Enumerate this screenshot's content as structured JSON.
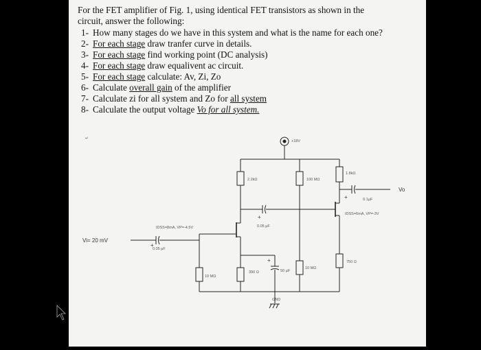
{
  "questions": {
    "intro_line1": "For the FET amplifier of Fig. 1, using identical FET transistors as shown in the",
    "intro_line2": "circuit, answer the following:",
    "items": [
      {
        "num": "1-",
        "pre": "How many stages do we have in this system and what is the name for each one?",
        "ul": "",
        "post": ""
      },
      {
        "num": "2-",
        "pre": "",
        "ul": "For each stage",
        "post": " draw tranfer curve in details."
      },
      {
        "num": "3-",
        "pre": "",
        "ul": "For each stage",
        "post": " find working point (DC analysis)"
      },
      {
        "num": "4-",
        "pre": "",
        "ul": "For each stage",
        "post": " draw equalivent ac circuit."
      },
      {
        "num": "5-",
        "pre": "",
        "ul": "For each stage",
        "post": " calculate: Av, Zi, Zo"
      },
      {
        "num": "6-",
        "pre": "Calculate ",
        "ul": "overall gain",
        "post": " of the amplifier"
      },
      {
        "num": "7-",
        "pre": "Calculate zi for all system and Zo for ",
        "ul": "all system",
        "post": ""
      },
      {
        "num": "8-",
        "pre": "Calculate the output voltage ",
        "ul": "Vo for all system.",
        "post": ""
      }
    ]
  },
  "circuit": {
    "supply": "+18V",
    "r_d1": "2.2kΩ",
    "r_g2_top": "100 MΩ",
    "r_d2": "1.8kΩ",
    "output": "Vo",
    "c_out": "0.1μF",
    "fet2_params": "IDSS=6mA, VP=-3V",
    "c_couple": "0.05 μF",
    "fet1_params": "IDSS=8mA, VP=-4.5V",
    "vin": "Vi= 20 mV",
    "c_in": "0.05 μF",
    "r_g1": "10 MΩ",
    "r_s1": "390 Ω",
    "c_s1": "50 μF",
    "r_g2_bottom": "10 MΩ",
    "r_s2": "750 Ω",
    "ground": "GND"
  },
  "colors": {
    "background": "#000000",
    "paper": "#f4f4f2",
    "ink": "#111111"
  }
}
